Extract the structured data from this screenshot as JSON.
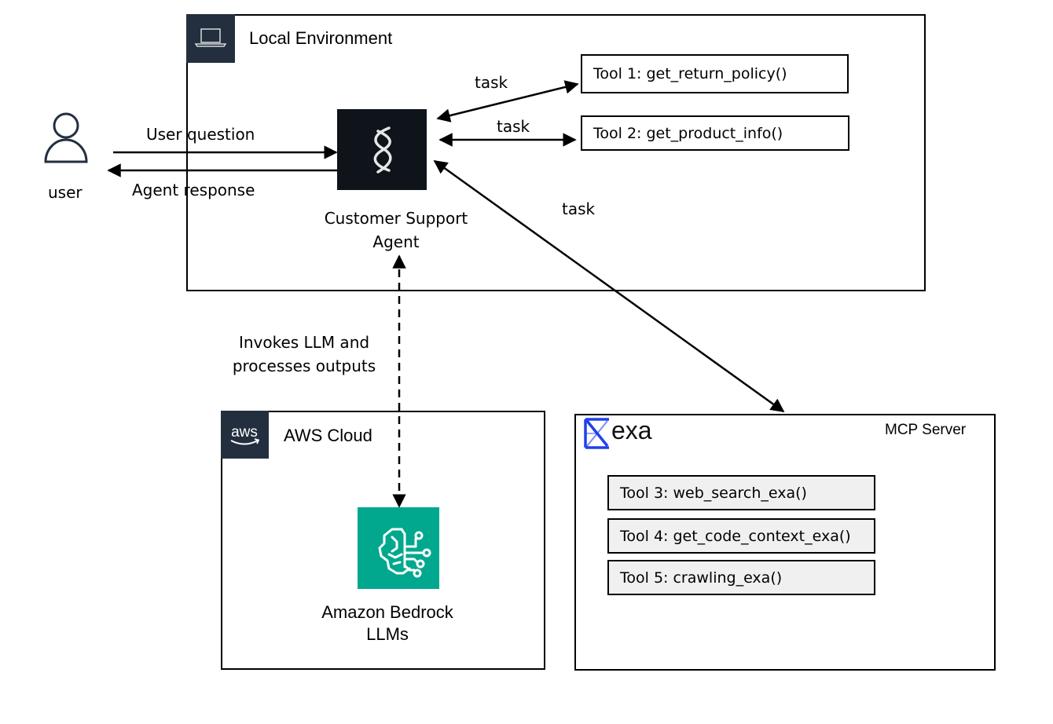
{
  "local_env": {
    "title": "Local Environment",
    "icon": "laptop-icon",
    "agent": {
      "icon": "agent-helix-icon",
      "label_line1": "Customer Support",
      "label_line2": "Agent"
    },
    "tools": [
      {
        "label": "Tool 1: get_return_policy()"
      },
      {
        "label": "Tool 2: get_product_info()"
      }
    ]
  },
  "user": {
    "icon": "user-icon",
    "label": "user"
  },
  "edges": {
    "user_question": "User question",
    "agent_response": "Agent response",
    "task_tool1": "task",
    "task_tool2": "task",
    "task_mcp": "task",
    "invokes_line1": "Invokes LLM and",
    "invokes_line2": "processes outputs"
  },
  "aws": {
    "title": "AWS Cloud",
    "logo_text": "aws",
    "bedrock": {
      "icon": "bedrock-brain-icon",
      "label_line1": "Amazon Bedrock",
      "label_line2": "LLMs"
    }
  },
  "mcp": {
    "title": "MCP Server",
    "logo_text": "exa",
    "tools": [
      {
        "label": "Tool 3: web_search_exa()"
      },
      {
        "label": "Tool 4: get_code_context_exa()"
      },
      {
        "label": "Tool 5: crawling_exa()"
      }
    ]
  },
  "colors": {
    "aws_dark": "#232f3e",
    "agent_bg": "#0f141a",
    "bedrock_green": "#01a88d",
    "exa_blue": "#1f40ed",
    "tool_gray": "#f0f0f0"
  }
}
